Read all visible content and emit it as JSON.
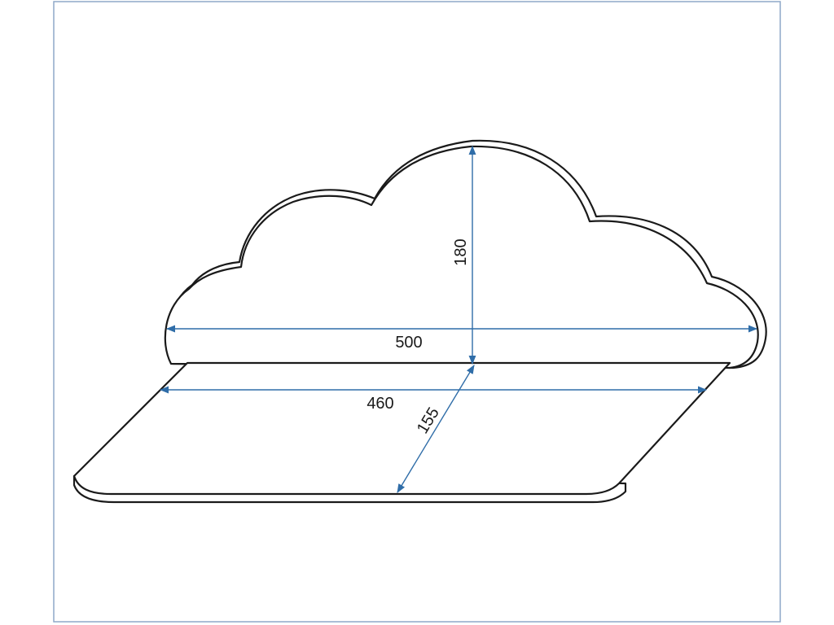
{
  "colors": {
    "frame": "#8fa9c8",
    "outline": "#1a1a1a",
    "dimension": "#2f6da8"
  },
  "dimensions": {
    "cloud_height": "180",
    "cloud_width": "500",
    "shelf_width": "460",
    "shelf_depth": "155"
  }
}
